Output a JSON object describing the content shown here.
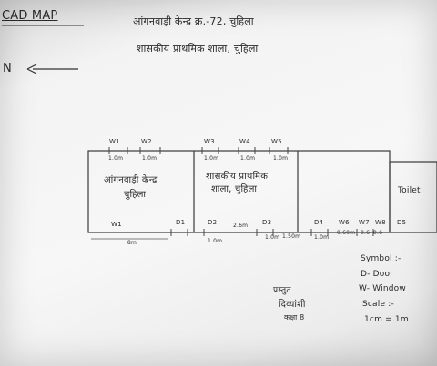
{
  "map_title": "CAD MAP",
  "header": {
    "line1": "आंगनवाड़ी केन्द्र क्र.-72, चुहिला",
    "line2": "शासकीय प्राथमिक शाला, चुहिला"
  },
  "north_arrow": {
    "letter": "N"
  },
  "rooms": {
    "anganwadi_label_1": "आंगनवाड़ी केन्द्र",
    "anganwadi_label_2": "चुहिला",
    "school_label_1": "शासकीय प्राथमिक",
    "school_label_2": "शाला, चुहिला",
    "toilet_label": "Toilet"
  },
  "top_labels": {
    "w1": "W1",
    "w2": "W2",
    "w3": "W3",
    "w4": "W4",
    "w5": "W5",
    "w1_dim": "1.0m",
    "w2_dim": "1.0m",
    "w3_dim": "1.0m",
    "w4_dim": "1.0m",
    "w5_dim": "1.0m"
  },
  "bottom_labels": {
    "w_left": "W1",
    "d1": "D1",
    "d2": "D2",
    "d3": "D3",
    "d4": "D4",
    "d5": "D5",
    "w6": "W6",
    "w7": "W7",
    "w8": "W8",
    "dim_8m": "8m",
    "dim_1m_a": "1.0m",
    "dim_2m": "2.6m",
    "dim_1m_b": "1.0m",
    "dim_150": "1.50m",
    "dim_d4": "1.0m",
    "dim_w6": "0.60m",
    "dim_w7": "0.6",
    "dim_w8": "0.6"
  },
  "legend": {
    "title": "Symbol :-",
    "door": "D- Door",
    "window": "W- Window",
    "scale_title": "Scale :-",
    "scale": "1cm = 1m"
  },
  "signature": {
    "label": "प्रस्तुत",
    "name": "दिव्यांशी",
    "class": "कक्षा 8"
  }
}
